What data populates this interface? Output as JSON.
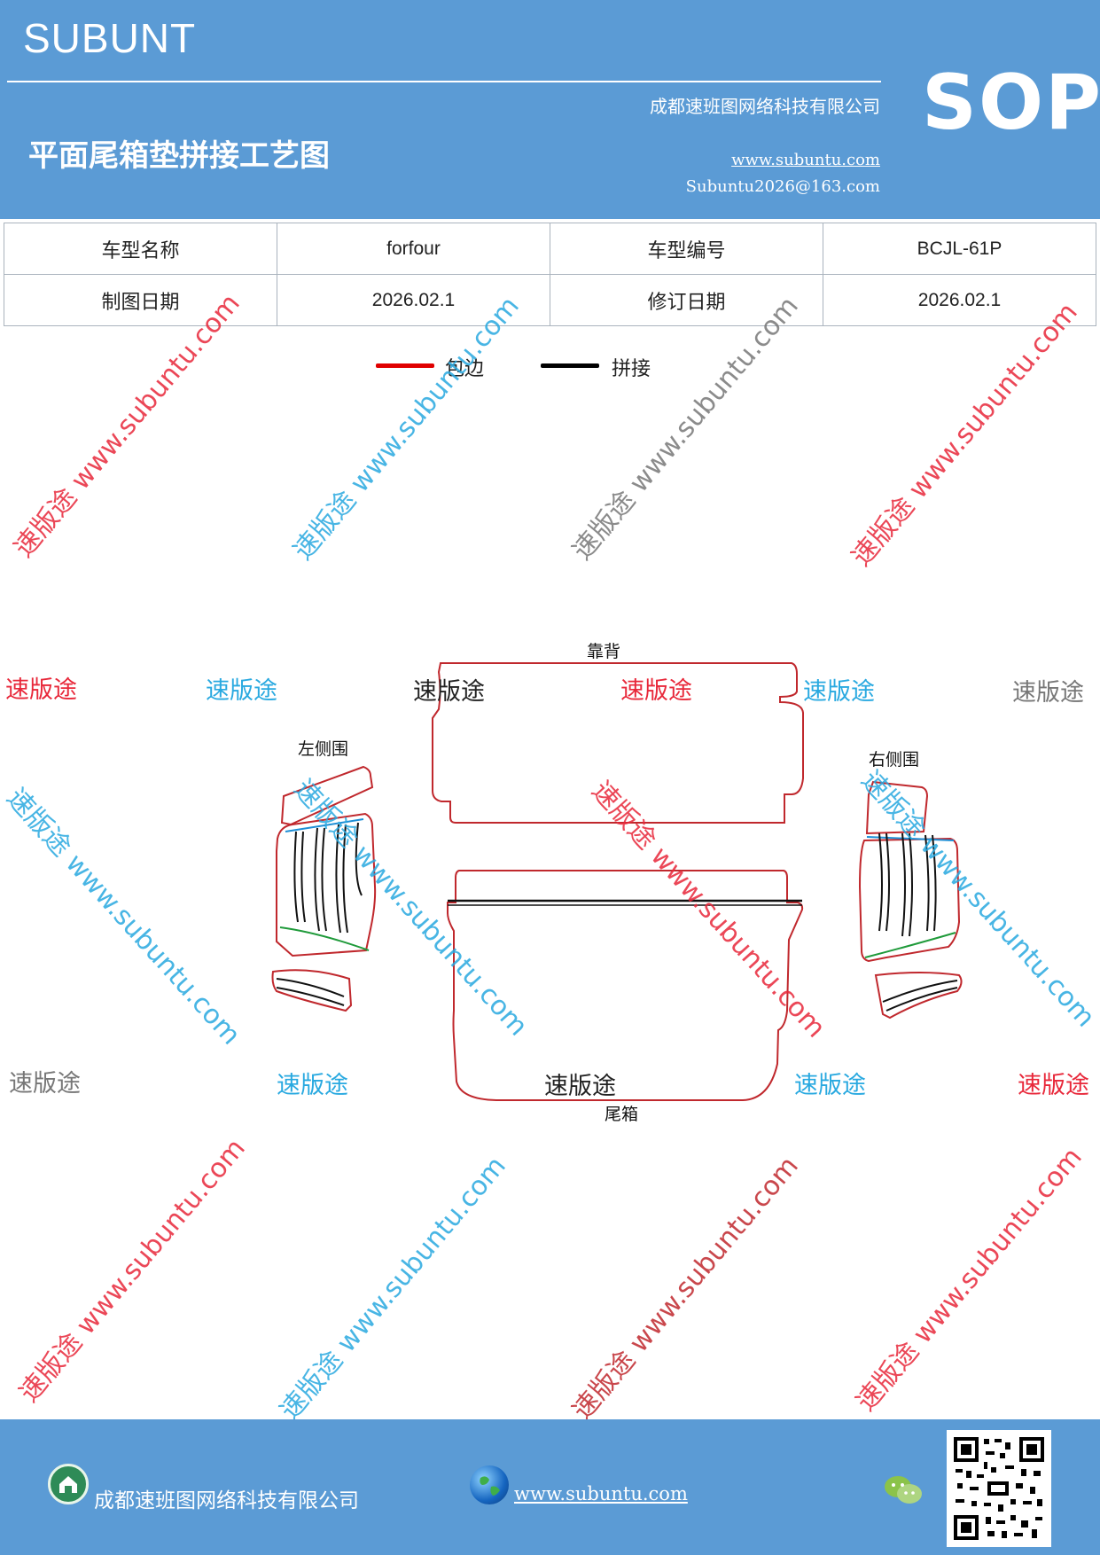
{
  "header": {
    "brand": "SUBUNT",
    "company": "成都速班图网络科技有限公司",
    "title": "平面尾箱垫拼接工艺图",
    "website": "www.subuntu.com",
    "email": "Subuntu2026@163.com",
    "badge": "SOP"
  },
  "info": {
    "row1": {
      "label1": "车型名称",
      "value1": "forfour",
      "label2": "车型编号",
      "value2": "BCJL-61P"
    },
    "row2": {
      "label1": "制图日期",
      "value1": "2026.02.1",
      "label2": "修订日期",
      "value2": "2026.02.1"
    }
  },
  "legend": {
    "items": [
      {
        "label": "包边",
        "color": "#e00000"
      },
      {
        "label": "拼接",
        "color": "#000000"
      }
    ]
  },
  "diagram": {
    "labels": {
      "backrest": "靠背",
      "left_side": "左侧围",
      "right_side": "右侧围",
      "trunk": "尾箱"
    },
    "colors": {
      "edge": "#c0282d",
      "seam": "#111111",
      "blue_seam": "#1e8fd6",
      "green_seam": "#1f9a3a"
    }
  },
  "watermark": {
    "short": "速版途",
    "diagonal": "速版途 www.subuntu.com",
    "colors": {
      "red": "#e8283a",
      "blue": "#29a9e0",
      "gray": "#777777",
      "black": "#222222"
    }
  },
  "footer": {
    "company": "成都速班图网络科技有限公司",
    "website": "www.subuntu.com"
  }
}
